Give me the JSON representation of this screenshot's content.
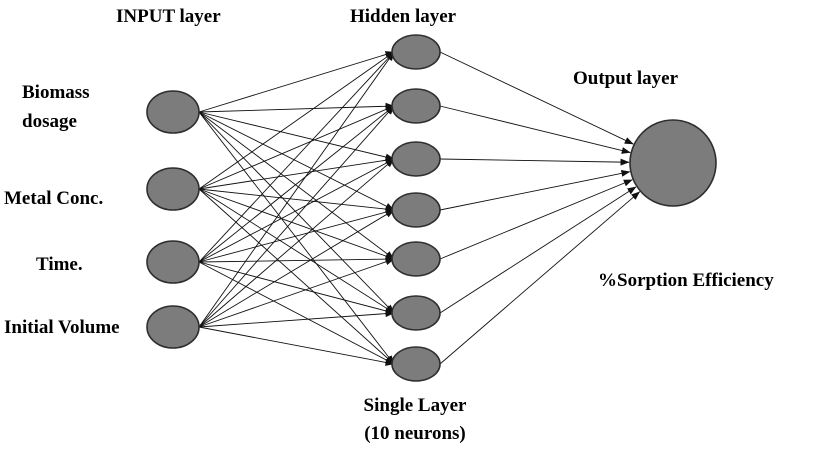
{
  "diagram": {
    "headings": {
      "input": "INPUT layer",
      "hidden": "Hidden layer",
      "output": "Output layer"
    },
    "inputs": [
      {
        "line1": "Biomass",
        "line2": "dosage"
      },
      {
        "line1": "Metal Conc.",
        "line2": ""
      },
      {
        "line1": "Time.",
        "line2": ""
      },
      {
        "line1": "Initial Volume",
        "line2": ""
      }
    ],
    "output_label": "%Sorption Efficiency",
    "hidden_caption": {
      "line1": "Single Layer",
      "line2": "(10 neurons)"
    },
    "counts": {
      "inputs": 4,
      "hidden": 7,
      "outputs": 1
    },
    "colors": {
      "neuron_fill": "#7c7c7c",
      "neuron_stroke": "#2e2e2e",
      "line": "#111111",
      "text": "#000000"
    }
  }
}
